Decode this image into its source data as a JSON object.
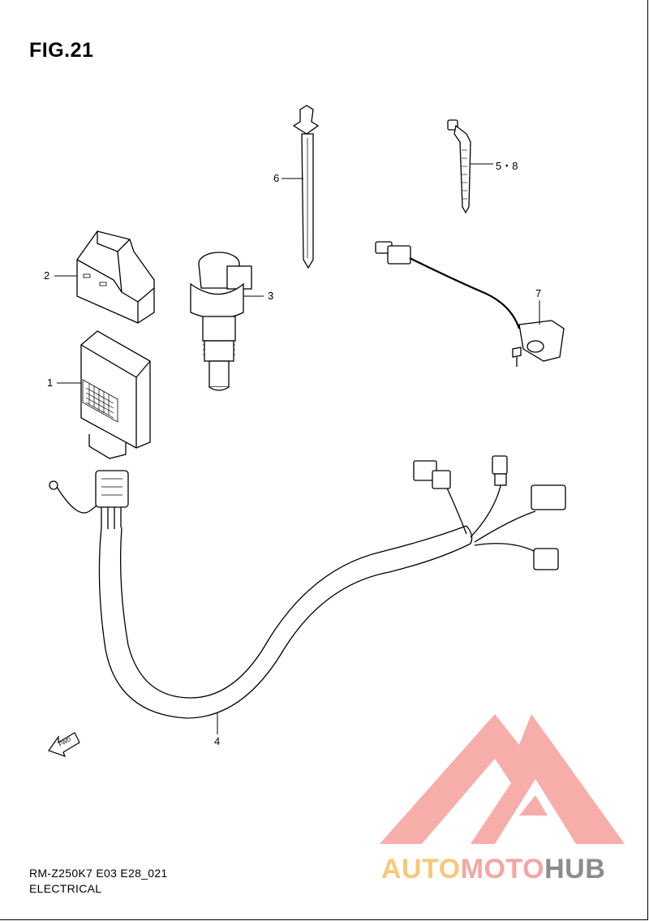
{
  "figure": {
    "title": "FIG.21",
    "code": "RM-Z250K7 E03 E28_021",
    "section": "ELECTRICAL"
  },
  "callouts": {
    "c1": "1",
    "c2": "2",
    "c3": "3",
    "c4": "4",
    "c6": "6",
    "c58": "5・8",
    "c7": "7"
  },
  "fwd_label": "FWD",
  "watermark": {
    "part1": "AUTO",
    "part2": "MOTO",
    "part3": "HUB",
    "logo_color": "#f7a5a0"
  }
}
